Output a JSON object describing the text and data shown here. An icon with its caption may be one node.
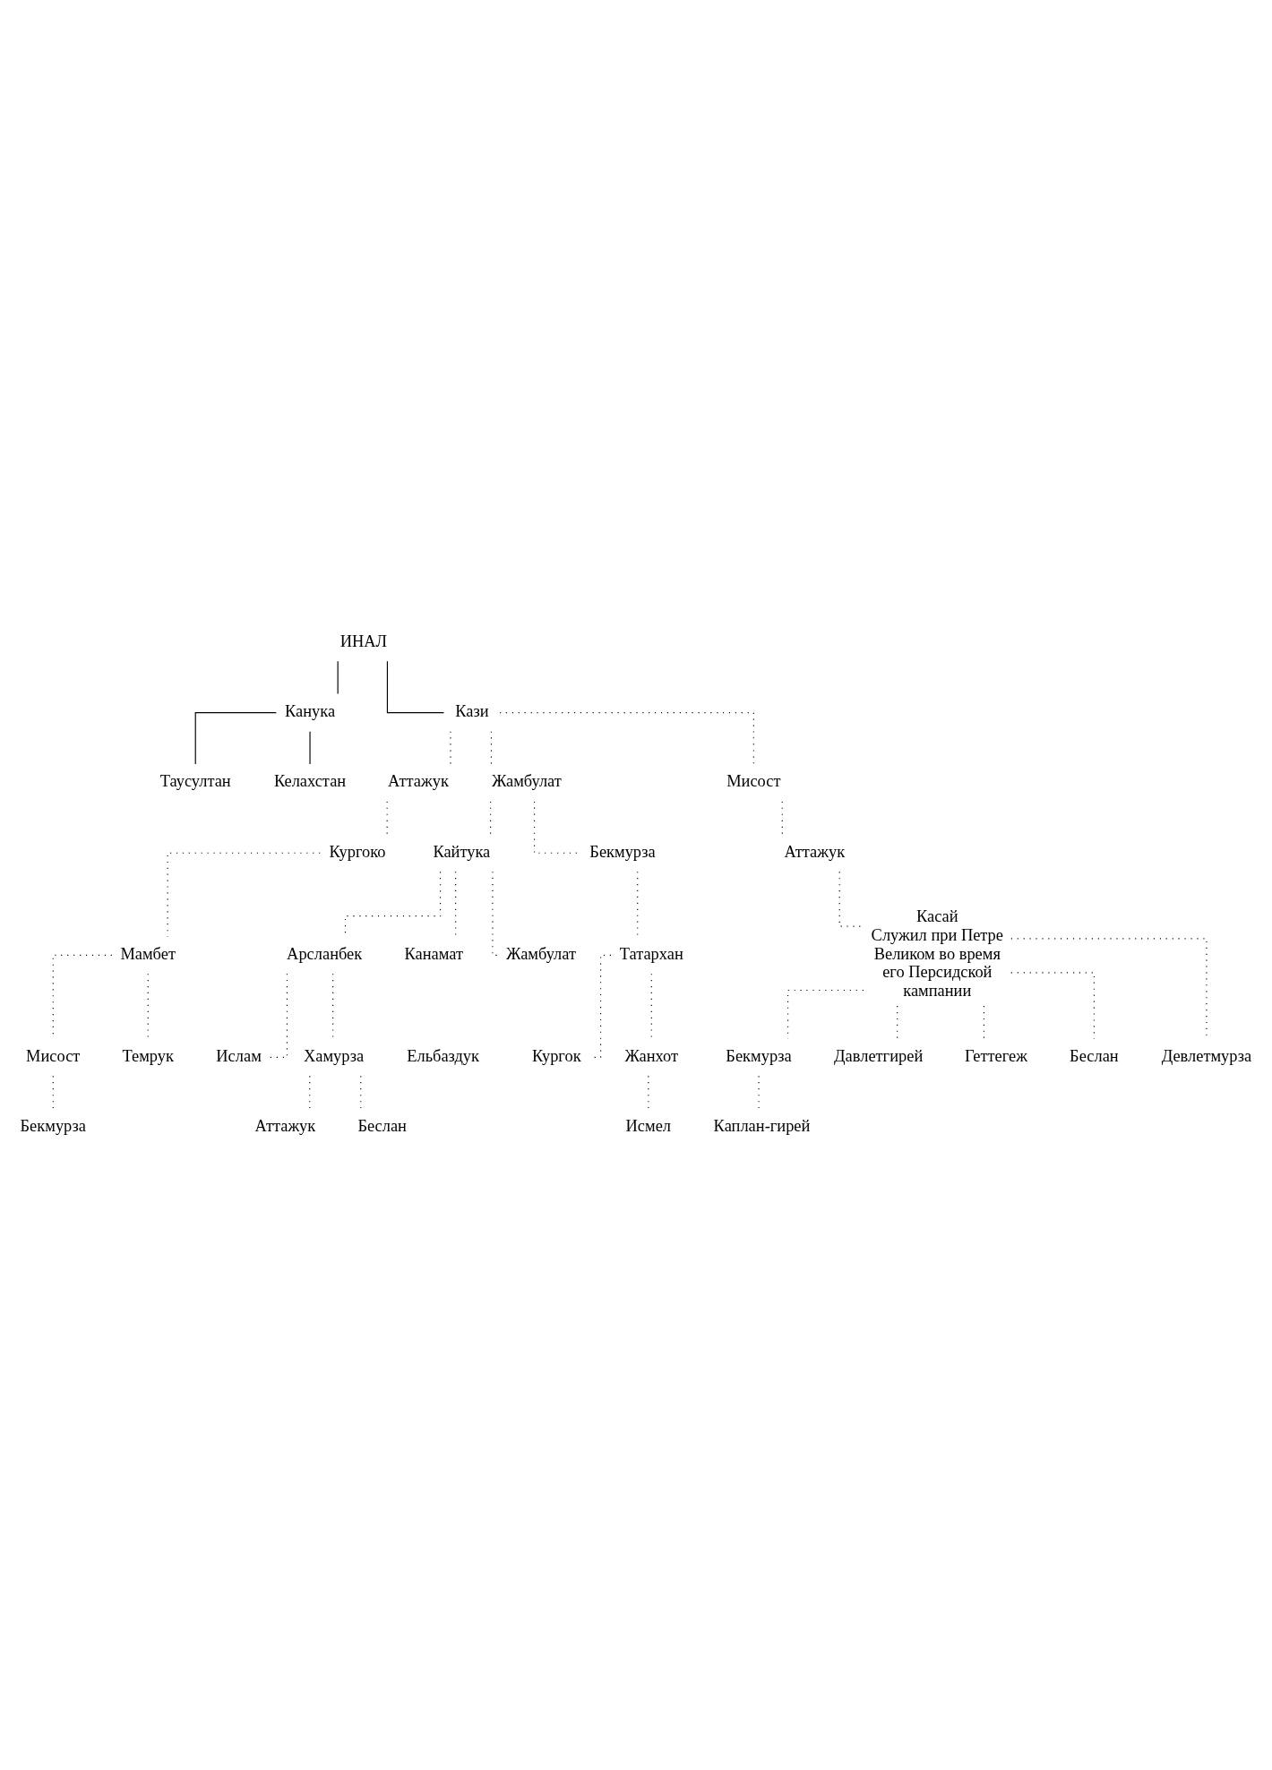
{
  "diagram": {
    "nodes": [
      {
        "text": [
          "ИНАЛ"
        ]
      },
      {
        "text": [
          "Канука"
        ]
      },
      {
        "text": [
          "Кази"
        ]
      },
      {
        "text": [
          "Таусултан"
        ]
      },
      {
        "text": [
          "Келахстан"
        ]
      },
      {
        "text": [
          "Аттажук"
        ]
      },
      {
        "text": [
          "Жамбулат"
        ]
      },
      {
        "text": [
          "Мисост"
        ]
      },
      {
        "text": [
          "Кайтука"
        ]
      },
      {
        "text": [
          "Бекмурза"
        ]
      },
      {
        "text": [
          "Кургоко"
        ]
      },
      {
        "text": [
          "Арсланбек"
        ]
      },
      {
        "text": [
          "Канамат"
        ]
      },
      {
        "text": [
          "Жамбулат"
        ]
      },
      {
        "text": [
          "Аттажук"
        ]
      },
      {
        "text": [
          "Ельбаздук"
        ]
      },
      {
        "text": [
          "Мамбет"
        ]
      },
      {
        "text": [
          "Татархан"
        ]
      },
      {
        "text": [
          "Ислам"
        ]
      },
      {
        "text": [
          "Хамурза"
        ]
      },
      {
        "text": [
          "Кургок"
        ]
      },
      {
        "text": [
          "Жанхот"
        ]
      },
      {
        "text": [
          "Мисост"
        ]
      },
      {
        "text": [
          "Темрук"
        ]
      },
      {
        "text": [
          "Касай",
          "Служил при Петре Великом во время его Персидской кампании"
        ]
      },
      {
        "text": [
          "Аттажук"
        ]
      },
      {
        "text": [
          "Беслан"
        ]
      },
      {
        "text": [
          "Бекмурза"
        ]
      },
      {
        "text": [
          "Исмел"
        ]
      },
      {
        "text": [
          "Бекмурза"
        ]
      },
      {
        "text": [
          "Давлетгирей"
        ]
      },
      {
        "text": [
          "Геттегеж"
        ]
      },
      {
        "text": [
          "Беслан"
        ]
      },
      {
        "text": [
          "Девлетмурза"
        ]
      },
      {
        "text": [
          "Каплан-гирей"
        ]
      }
    ],
    "edges": [
      {
        "from": 0,
        "to": 1,
        "arrow": "none"
      },
      {
        "from": 0,
        "to": 2,
        "arrow": "none"
      },
      {
        "from": 1,
        "to": 3,
        "arrow": "none"
      },
      {
        "from": 1,
        "to": 4,
        "arrow": "none"
      },
      {
        "from": 2,
        "to": 5,
        "arrow": "none",
        "style": "dashed"
      },
      {
        "from": 2,
        "to": 6,
        "arrow": "none",
        "style": "dashed"
      },
      {
        "from": 2,
        "to": 7,
        "arrow": "none",
        "style": "dashed"
      },
      {
        "from": 6,
        "to": 8,
        "arrow": "none",
        "style": "dashed"
      },
      {
        "from": 6,
        "to": 9,
        "arrow": "none",
        "style": "dashed"
      },
      {
        "from": 5,
        "to": 10,
        "arrow": "none",
        "style": "dashed"
      },
      {
        "from": 8,
        "to": 11,
        "arrow": "none",
        "style": "dashed"
      },
      {
        "from": 8,
        "to": 12,
        "arrow": "none",
        "style": "dashed"
      },
      {
        "from": 8,
        "to": 13,
        "arrow": "none",
        "style": "dashed"
      },
      {
        "from": 7,
        "to": 14,
        "arrow": "none",
        "style": "dashed"
      },
      {
        "from": 10,
        "to": 16,
        "arrow": "none",
        "style": "dashed"
      },
      {
        "from": 9,
        "to": 17,
        "arrow": "none",
        "style": "dashed"
      },
      {
        "from": 11,
        "to": 18,
        "arrow": "none",
        "style": "dashed"
      },
      {
        "from": 11,
        "to": 19,
        "arrow": "none",
        "style": "dashed"
      },
      {
        "from": 17,
        "to": 20,
        "arrow": "none",
        "style": "dashed"
      },
      {
        "from": 17,
        "to": 21,
        "arrow": "none",
        "style": "dashed"
      },
      {
        "from": 16,
        "to": 22,
        "arrow": "none",
        "style": "dashed"
      },
      {
        "from": 16,
        "to": 23,
        "arrow": "none",
        "style": "dashed"
      },
      {
        "from": 14,
        "to": 24,
        "arrow": "none",
        "style": "dashed"
      },
      {
        "from": 19,
        "to": 25,
        "arrow": "none",
        "style": "dashed"
      },
      {
        "from": 19,
        "to": 26,
        "arrow": "none",
        "style": "dashed"
      },
      {
        "from": 22,
        "to": 27,
        "arrow": "none",
        "style": "dashed"
      },
      {
        "from": 21,
        "to": 28,
        "arrow": "none",
        "style": "dashed"
      },
      {
        "from": 24,
        "to": 29,
        "arrow": "none",
        "style": "dashed"
      },
      {
        "from": 24,
        "to": 30,
        "arrow": "none",
        "style": "dashed"
      },
      {
        "from": 24,
        "to": 31,
        "arrow": "none",
        "style": "dashed"
      },
      {
        "from": 24,
        "to": 32,
        "arrow": "none",
        "style": "dashed"
      },
      {
        "from": 24,
        "to": 33,
        "arrow": "none",
        "style": "dashed"
      },
      {
        "from": 29,
        "to": 34,
        "arrow": "none",
        "style": "dashed"
      }
    ]
  }
}
